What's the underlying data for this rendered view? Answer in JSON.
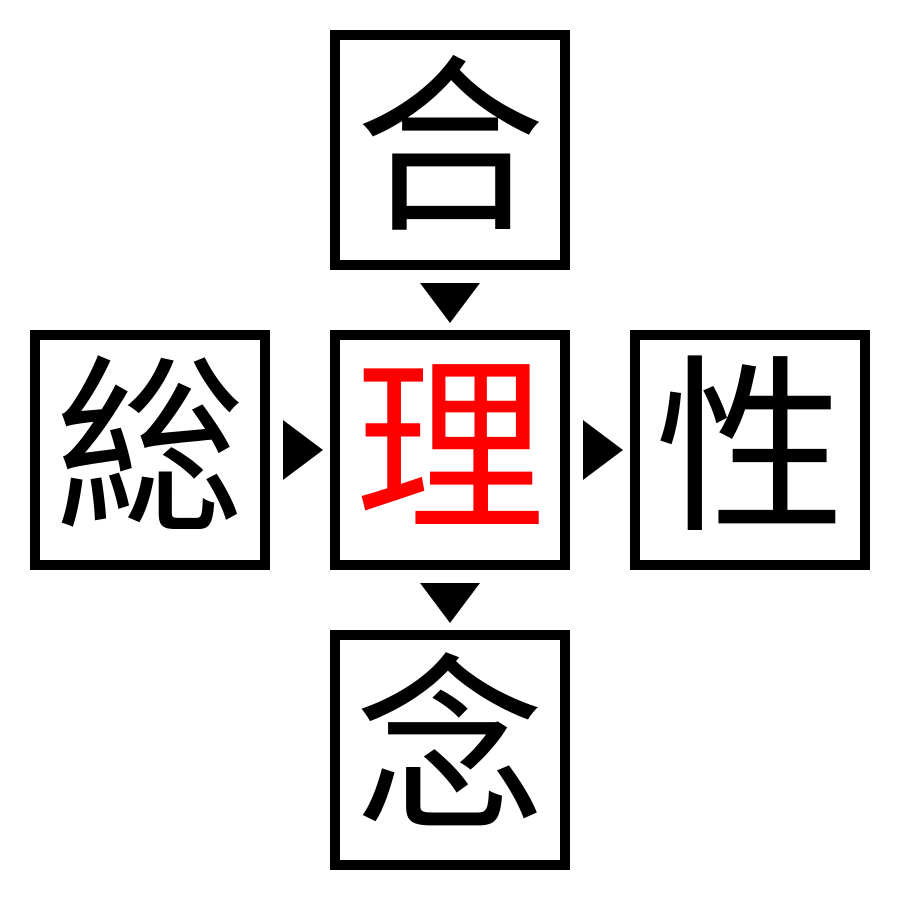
{
  "puzzle": {
    "top": {
      "char": "合"
    },
    "left": {
      "char": "総"
    },
    "center": {
      "char": "理",
      "color": "#ff0000"
    },
    "right": {
      "char": "性"
    },
    "bottom": {
      "char": "念"
    }
  },
  "colors": {
    "border": "#000000",
    "text": "#000000",
    "answer": "#ff0000",
    "background": "#ffffff"
  },
  "arrows": [
    {
      "from": "top",
      "to": "center",
      "icon": "triangle-down-icon"
    },
    {
      "from": "left",
      "to": "center",
      "icon": "triangle-right-icon"
    },
    {
      "from": "center",
      "to": "right",
      "icon": "triangle-right-icon"
    },
    {
      "from": "center",
      "to": "bottom",
      "icon": "triangle-down-icon"
    }
  ]
}
